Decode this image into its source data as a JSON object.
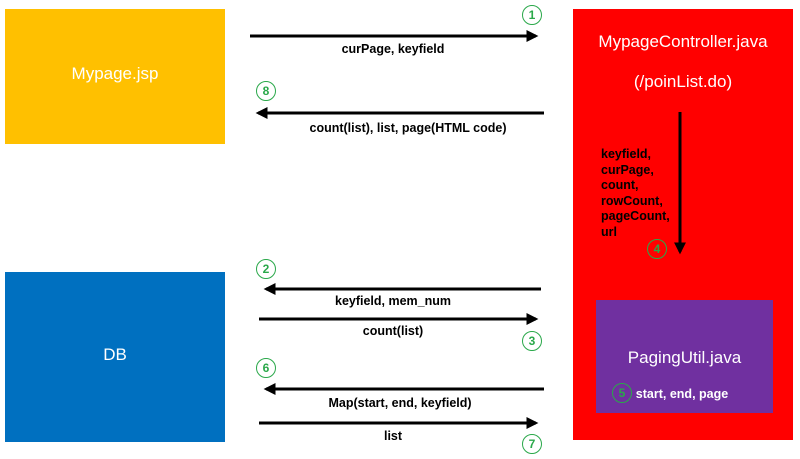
{
  "colors": {
    "mypage": "#ffc000",
    "controller": "#ff0000",
    "db": "#0070c0",
    "paging": "#7030a0",
    "step_badge": "#2aa84a"
  },
  "nodes": {
    "mypage": {
      "label": "Mypage.jsp"
    },
    "controller": {
      "label": "MypageController.java",
      "sublabel": "(/poinList.do)"
    },
    "db": {
      "label": "DB"
    },
    "paging": {
      "label": "PagingUtil.java"
    }
  },
  "steps": [
    {
      "num": "1",
      "text": "curPage, keyfield"
    },
    {
      "num": "2",
      "text": "keyfield, mem_num"
    },
    {
      "num": "3",
      "text": "count(list)"
    },
    {
      "num": "4",
      "lines": [
        "keyfield,",
        "curPage,",
        "count,",
        "rowCount,",
        "pageCount,",
        "url"
      ]
    },
    {
      "num": "5",
      "text": "start, end, page"
    },
    {
      "num": "6",
      "text": "Map(start, end, keyfield)"
    },
    {
      "num": "7",
      "text": "list"
    },
    {
      "num": "8",
      "text": "count(list), list, page(HTML code)"
    }
  ]
}
